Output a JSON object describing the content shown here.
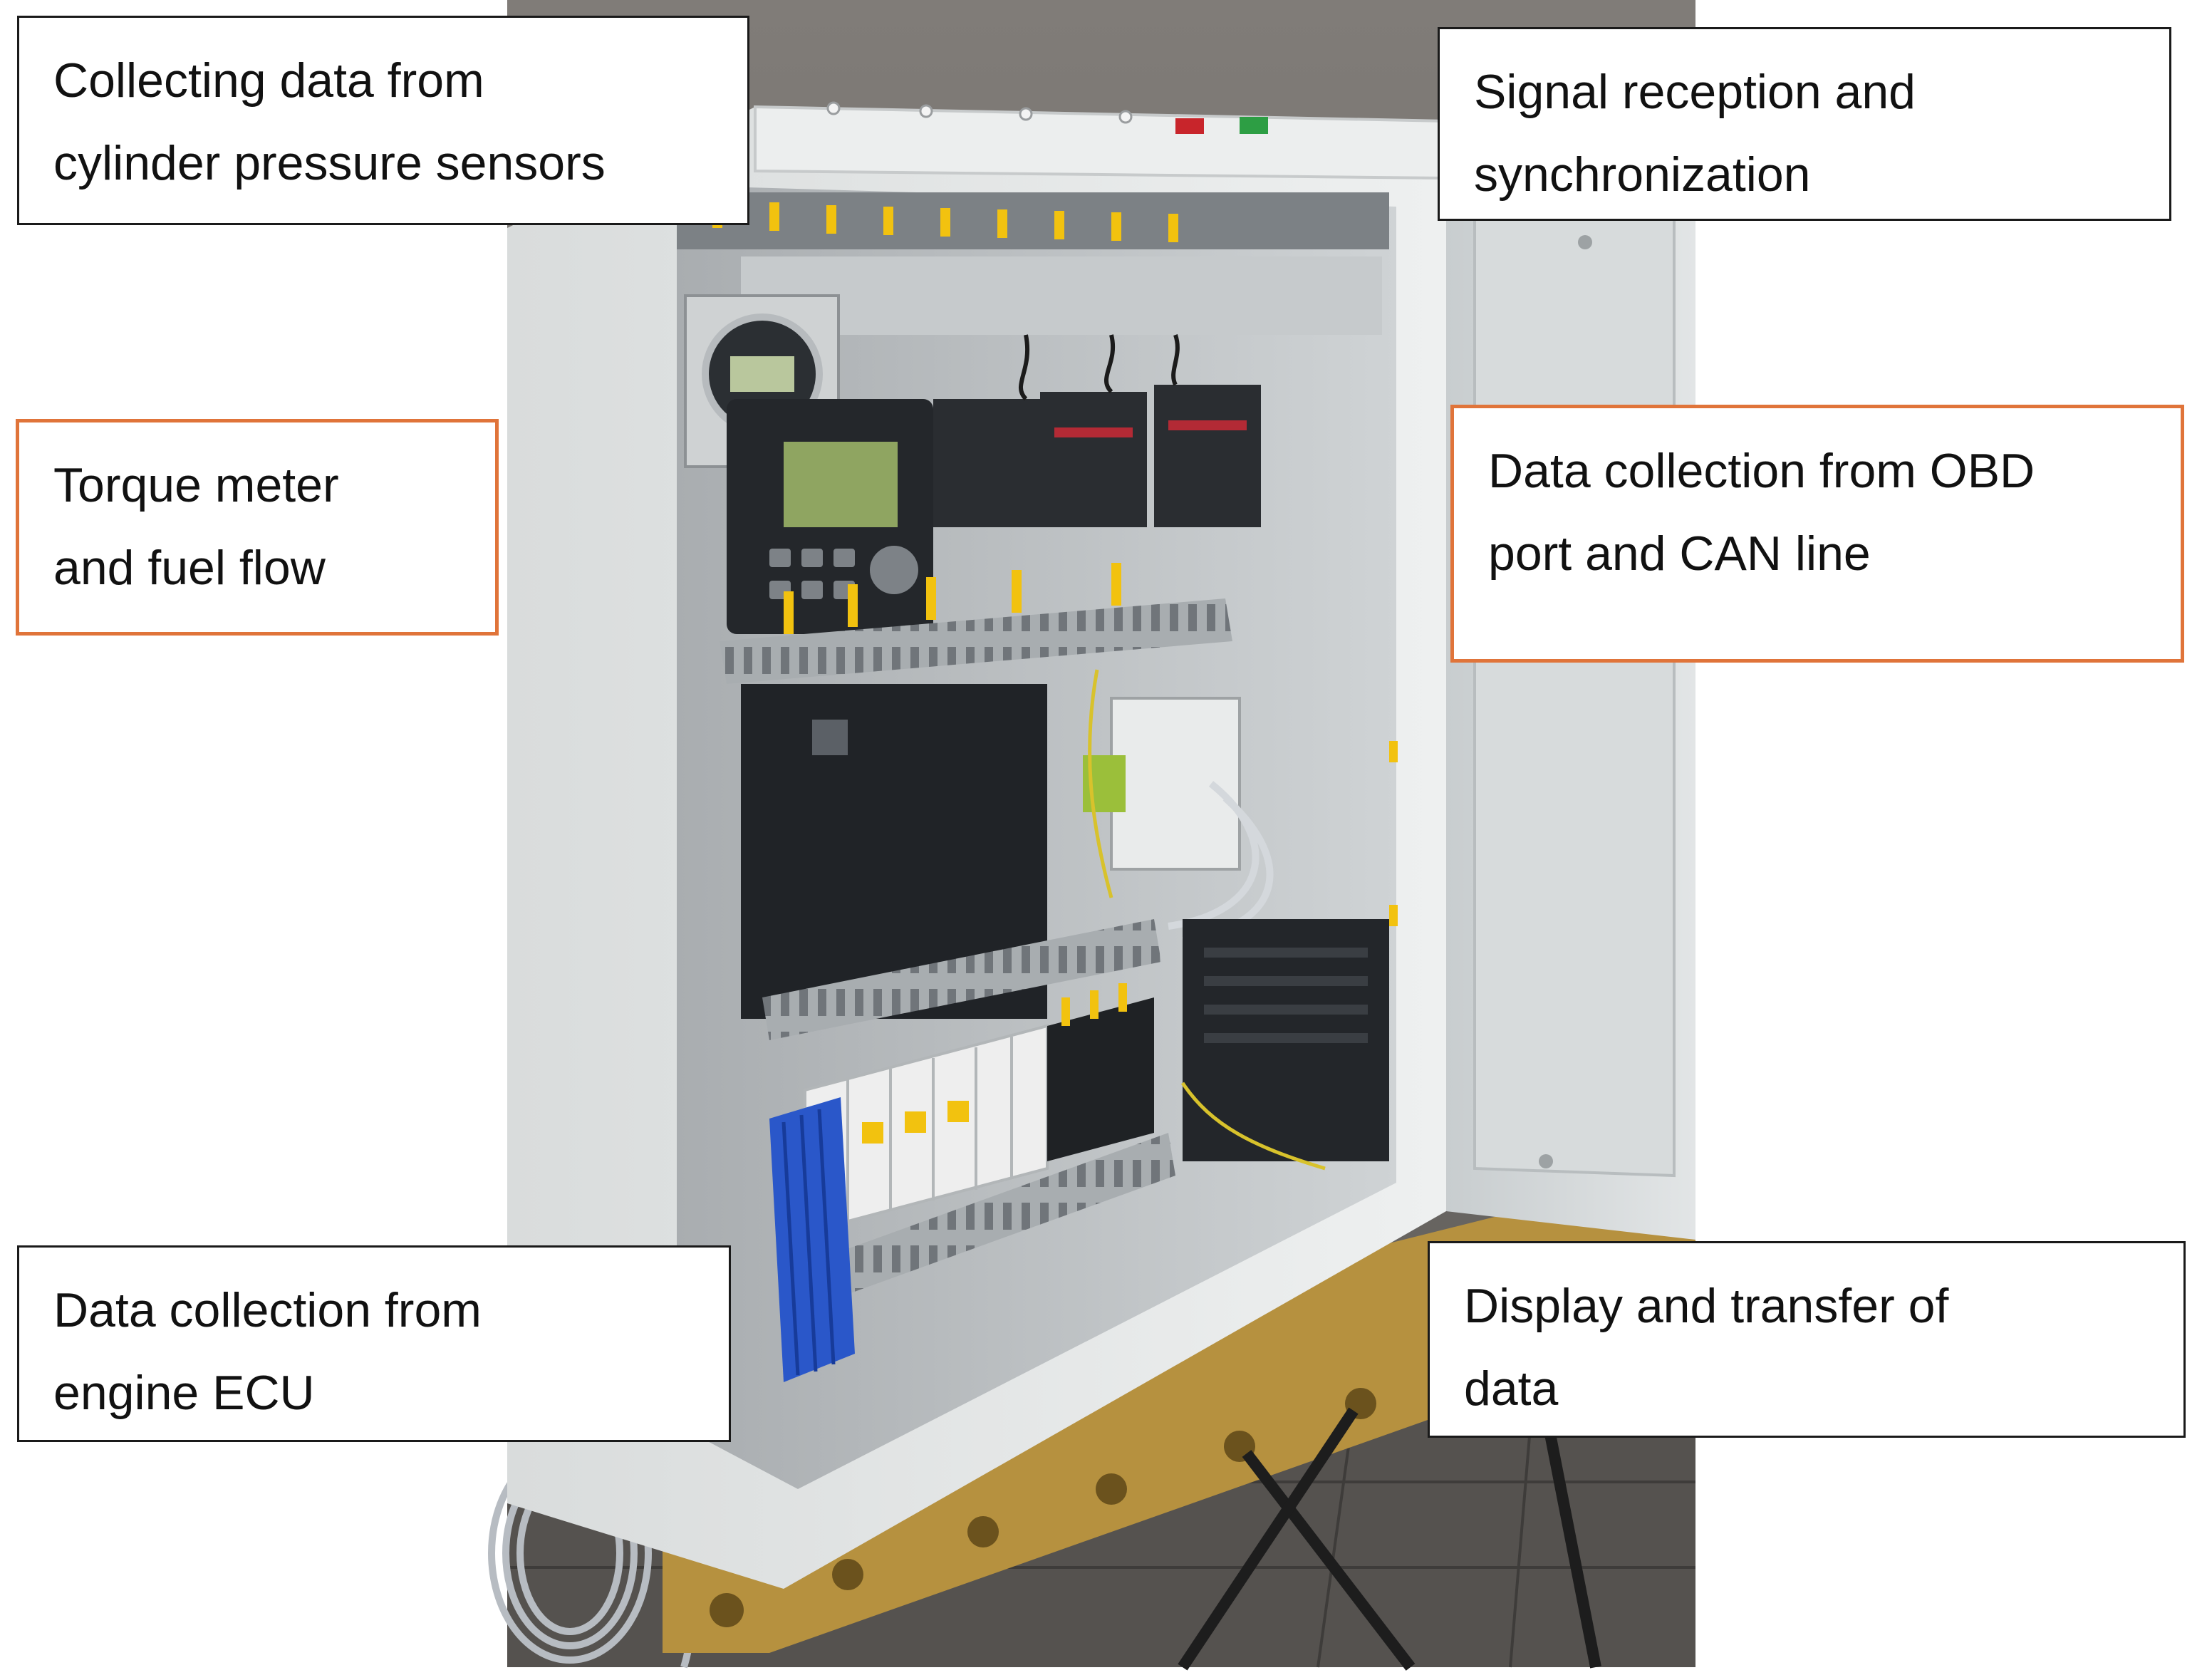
{
  "colors": {
    "callout_border_default": "#1a1a1a",
    "callout_border_highlight": "#e0743a",
    "wall": "#6f6c68",
    "enclosure": "#e3e6e6",
    "door": "#d5d9da",
    "workbench": "#b6913f",
    "din_rail_duct": "#9ea3a6",
    "blue_heatsink": "#2a57c9",
    "device_dark": "#24272b"
  },
  "callouts": {
    "cylinder_pressure": {
      "text": "Collecting data from\ncylinder pressure sensors",
      "highlight": false
    },
    "signal_sync": {
      "text": "Signal reception and\nsynchronization",
      "highlight": false
    },
    "torque_fuel": {
      "text": "Torque meter\nand fuel flow",
      "highlight": true
    },
    "obd_can": {
      "text": "Data collection from OBD\nport and CAN line",
      "highlight": true
    },
    "engine_ecu": {
      "text": "Data collection from\nengine ECU",
      "highlight": false
    },
    "display_transfer": {
      "text": "Display and transfer of\ndata",
      "highlight": false
    }
  },
  "photo": {
    "parts": [
      "wall",
      "enclosure",
      "open-door",
      "gauge-display",
      "controller-keypad",
      "io-modules",
      "industrial-pc",
      "network-switch",
      "power-supply",
      "circuit-breakers",
      "terminal-blocks",
      "blue-heatsink",
      "workbench",
      "cable-coil"
    ]
  }
}
